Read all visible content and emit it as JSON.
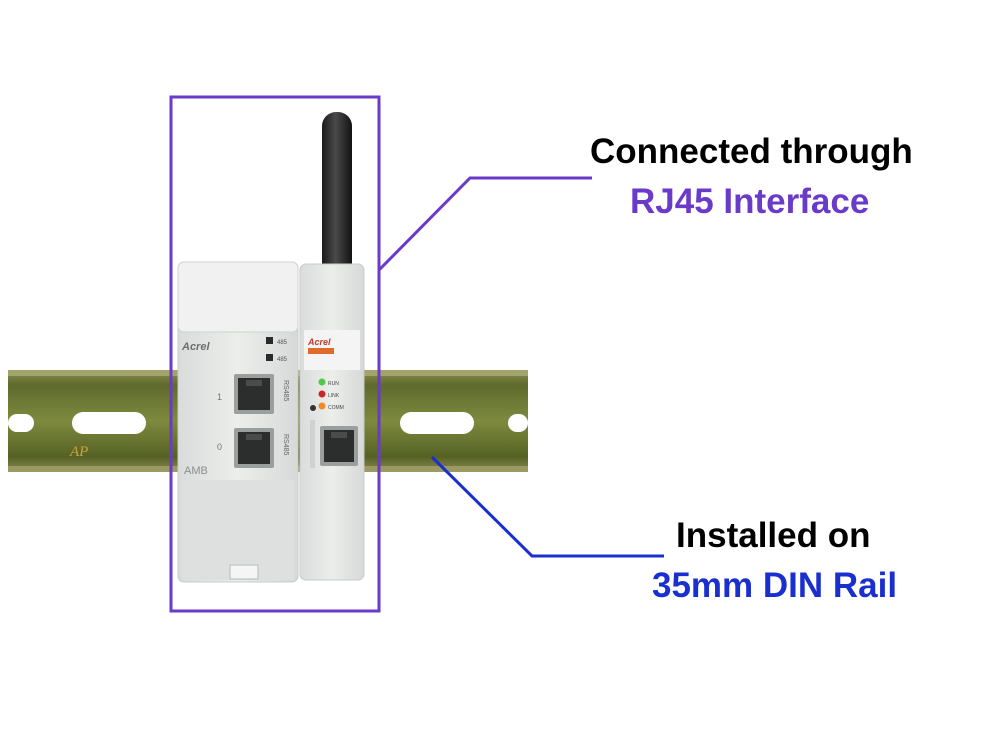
{
  "image": {
    "subject": "din-rail-gateway-product-photo"
  },
  "device": {
    "brand_left": "Acrel",
    "brand_right": "Acrel",
    "module_label": "AMB",
    "port_labels": [
      "RS485",
      "RS485"
    ],
    "port_numbers": [
      "1",
      "0"
    ],
    "led_labels": [
      "RUN",
      "LINK",
      "COMM"
    ],
    "indicator_labels": [
      "485",
      "485"
    ],
    "rail_mark": "AP"
  },
  "callouts": {
    "rj45": {
      "line1": "Connected through",
      "line2": "RJ45 Interface"
    },
    "din_rail": {
      "line1": "Installed on",
      "line2": "35mm DIN Rail"
    }
  },
  "colors": {
    "highlight_box": "#6a3ac9",
    "rj45_text": "#6a3ac9",
    "din_text": "#1a2fd0",
    "din_line": "#1a2fd0",
    "rail_green": "#6f7a3a",
    "device_body": "#e4e6e4"
  }
}
